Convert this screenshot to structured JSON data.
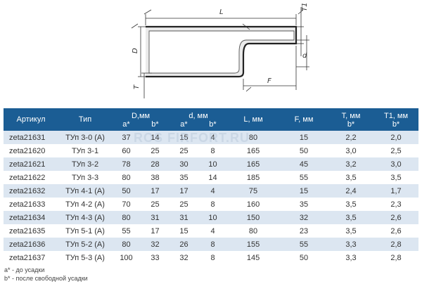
{
  "drawing": {
    "labels": {
      "L": "L",
      "T1": "T1",
      "D": "D",
      "d": "d",
      "F": "F",
      "T": "T"
    }
  },
  "table": {
    "headers": {
      "article": "Артикул",
      "type": "Тип",
      "D": "D,мм",
      "d": "d, мм",
      "L": "L, мм",
      "F": "F, мм",
      "T": "T, мм",
      "T1": "T1, мм",
      "a": "a*",
      "b": "b*"
    },
    "rows": [
      [
        "zeta21631",
        "ТУп 3-0 (A)",
        "37",
        "14",
        "15",
        "4",
        "80",
        "15",
        "2,2",
        "2,0"
      ],
      [
        "zeta21620",
        "ТУп 3-1",
        "60",
        "25",
        "25",
        "8",
        "165",
        "50",
        "3,0",
        "2,5"
      ],
      [
        "zeta21621",
        "ТУп 3-2",
        "78",
        "28",
        "30",
        "10",
        "165",
        "45",
        "3,2",
        "3,0"
      ],
      [
        "zeta21622",
        "ТУп 3-3",
        "80",
        "38",
        "35",
        "14",
        "185",
        "55",
        "3,5",
        "3,5"
      ],
      [
        "zeta21632",
        "ТУп 4-1 (A)",
        "50",
        "17",
        "17",
        "4",
        "75",
        "15",
        "2,4",
        "1,7"
      ],
      [
        "zeta21633",
        "ТУп 4-2 (A)",
        "70",
        "25",
        "25",
        "8",
        "160",
        "35",
        "3,5",
        "2,3"
      ],
      [
        "zeta21634",
        "ТУп 4-3 (A)",
        "80",
        "31",
        "31",
        "10",
        "150",
        "32",
        "3,5",
        "2,6"
      ],
      [
        "zeta21635",
        "ТУп 5-1 (A)",
        "55",
        "17",
        "15",
        "4",
        "80",
        "23",
        "3,5",
        "2,6"
      ],
      [
        "zeta21636",
        "ТУп 5-2 (A)",
        "80",
        "32",
        "26",
        "8",
        "155",
        "55",
        "3,3",
        "2,8"
      ],
      [
        "zeta21637",
        "ТУп 5-3 (A)",
        "100",
        "33",
        "32",
        "8",
        "145",
        "50",
        "3,3",
        "2,8"
      ]
    ]
  },
  "watermark": "ROS  FIRFORT.RU",
  "notes": {
    "a": "а* - до усадки",
    "b": "b* - после  свободной усадки"
  }
}
